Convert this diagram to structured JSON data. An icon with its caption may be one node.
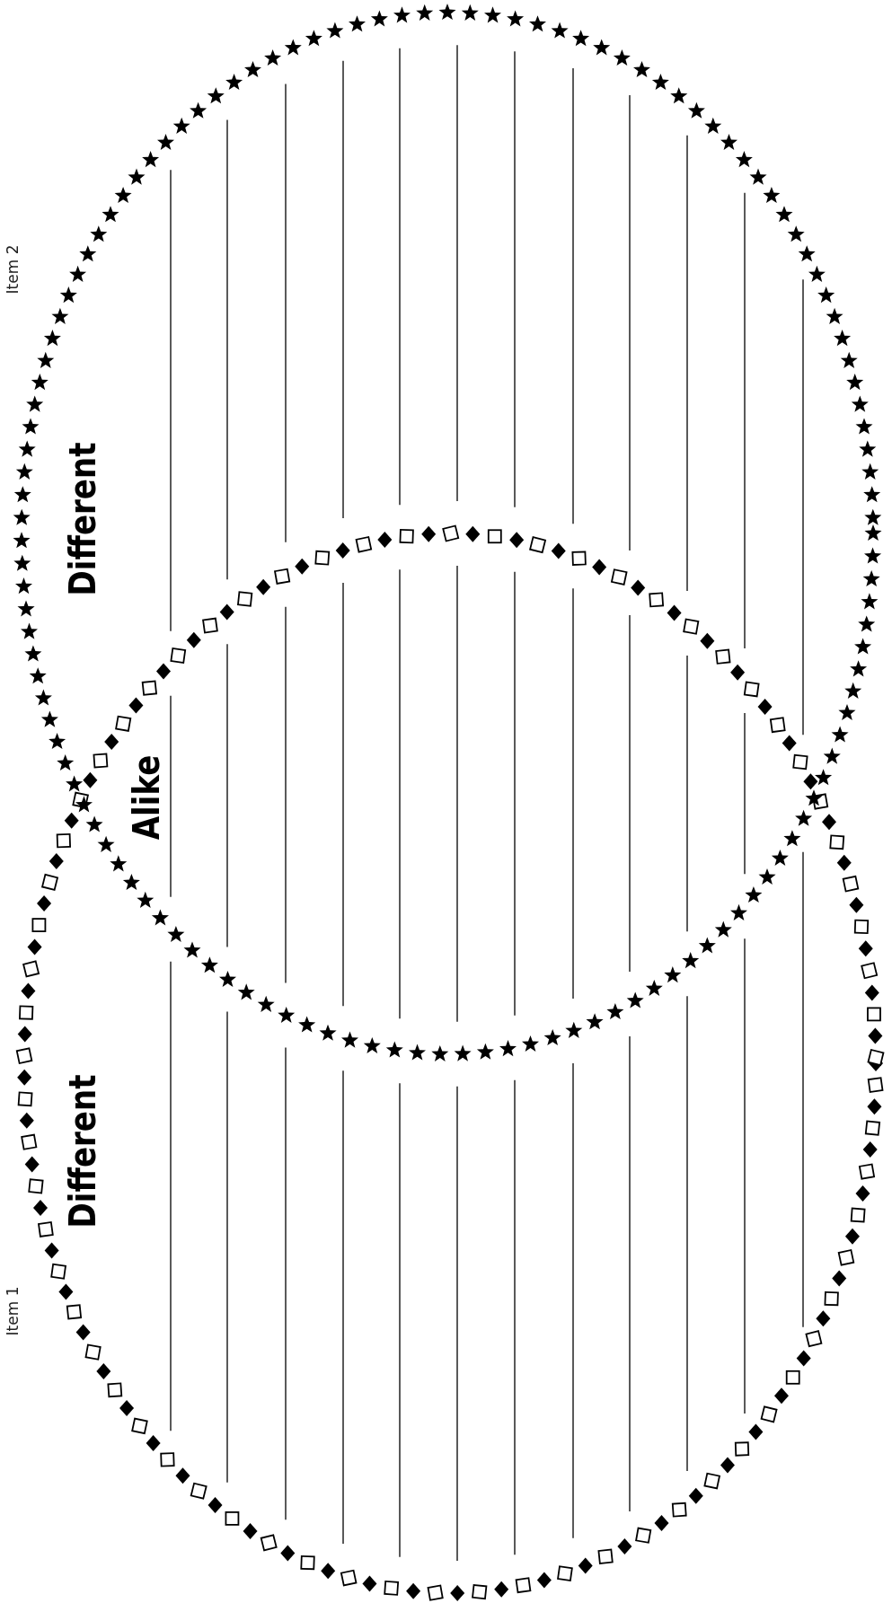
{
  "diagram": {
    "nodes": [
      {
        "text": [
          "Item 1",
          "Different"
        ]
      },
      {
        "text": [
          "Item 2",
          "Different"
        ]
      }
    ],
    "labels": [
      "Alike"
    ]
  }
}
